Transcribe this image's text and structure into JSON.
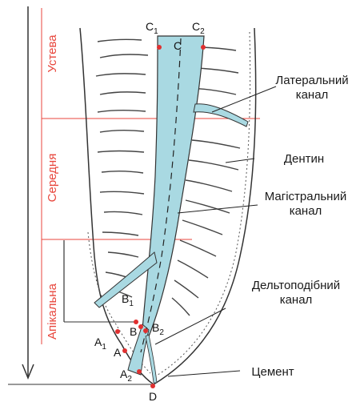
{
  "zones": {
    "ustya": "Устева",
    "serednya": "Середня",
    "apikalna": "Апікальна"
  },
  "labels": {
    "lateral_line1": "Латеральний",
    "lateral_line2": "канал",
    "dentin": "Дентин",
    "main_line1": "Магістральний",
    "main_line2": "канал",
    "delta_line1": "Дельтоподібний",
    "delta_line2": "канал",
    "cement": "Цемент"
  },
  "points": {
    "C1": {
      "letter": "C",
      "sub": "1"
    },
    "C2": {
      "letter": "C",
      "sub": "2"
    },
    "C": {
      "letter": "C",
      "sub": ""
    },
    "B1": {
      "letter": "B",
      "sub": "1"
    },
    "B": {
      "letter": "B",
      "sub": ""
    },
    "B2": {
      "letter": "B",
      "sub": "2"
    },
    "A1": {
      "letter": "A",
      "sub": "1"
    },
    "A": {
      "letter": "A",
      "sub": ""
    },
    "A2": {
      "letter": "A",
      "sub": "2"
    },
    "D": {
      "letter": "D",
      "sub": ""
    }
  },
  "colors": {
    "canal": "#a9d9e2",
    "zone_text": "#e8463c",
    "zone_line": "#e8463c",
    "point": "#e03030",
    "outline": "#333333"
  }
}
